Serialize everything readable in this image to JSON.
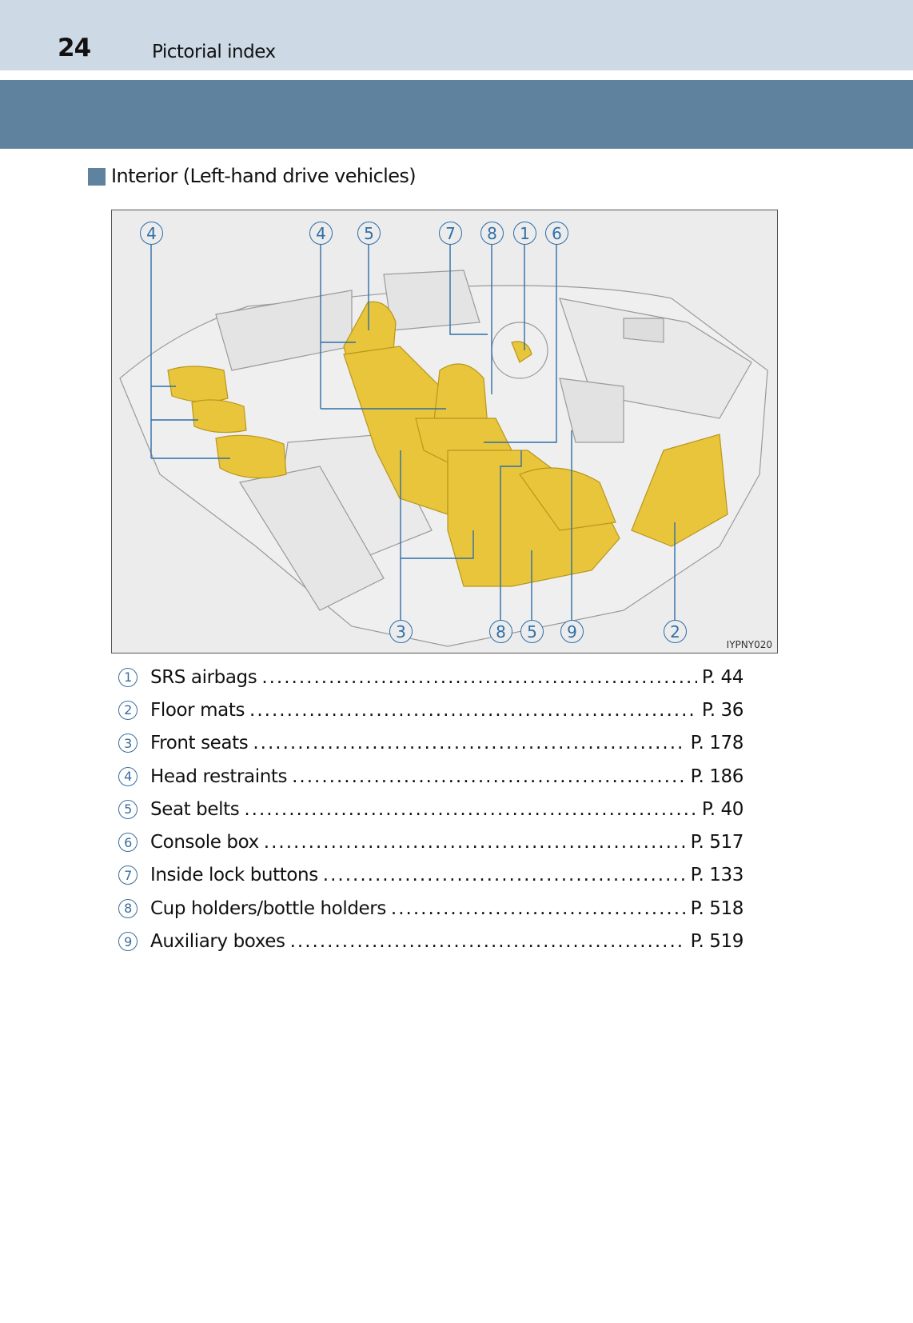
{
  "header": {
    "page_number": "24",
    "section": "Pictorial index"
  },
  "section_title": "Interior (Left-hand drive vehicles)",
  "figure": {
    "code": "IYPNY020",
    "callouts_top": [
      "4",
      "4",
      "5",
      "7",
      "8",
      "1",
      "6"
    ],
    "callouts_bottom": [
      "3",
      "8",
      "5",
      "9",
      "2"
    ],
    "colors": {
      "highlight": "#e8c53a",
      "leader": "#2f6fa8"
    }
  },
  "items": [
    {
      "num": "1",
      "label": "SRS airbags",
      "page": "P. 44"
    },
    {
      "num": "2",
      "label": "Floor mats",
      "page": "P. 36"
    },
    {
      "num": "3",
      "label": "Front seats",
      "page": "P. 178"
    },
    {
      "num": "4",
      "label": "Head restraints",
      "page": "P. 186"
    },
    {
      "num": "5",
      "label": "Seat belts",
      "page": "P. 40"
    },
    {
      "num": "6",
      "label": "Console box",
      "page": "P. 517"
    },
    {
      "num": "7",
      "label": "Inside lock buttons",
      "page": "P. 133"
    },
    {
      "num": "8",
      "label": "Cup holders/bottle holders",
      "page": "P. 518"
    },
    {
      "num": "9",
      "label": "Auxiliary boxes",
      "page": "P. 519"
    }
  ]
}
